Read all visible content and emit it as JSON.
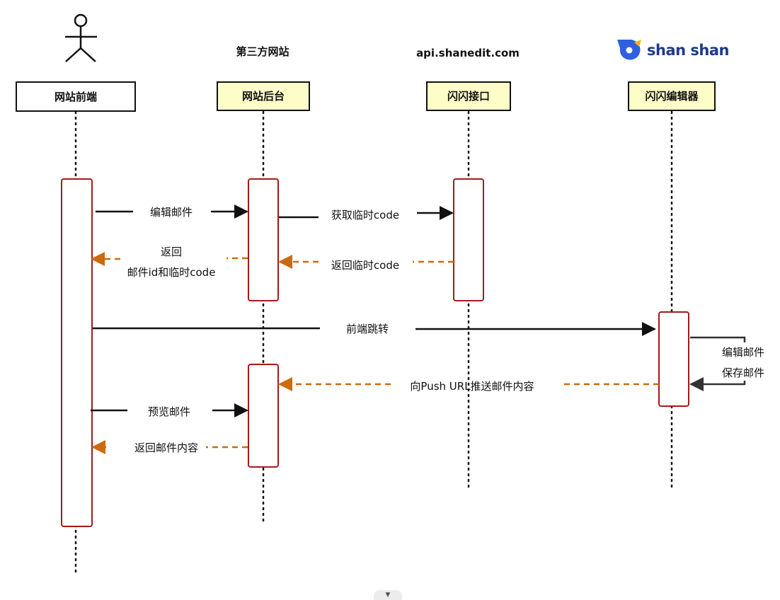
{
  "actor_icon": "stick-figure-user-icon",
  "group_labels": {
    "third_party": "第三方网站",
    "api": "api.shanedit.com"
  },
  "logo": {
    "text": "shan shan",
    "icon": "shanshan-logo-icon",
    "color": "#1f3a8a"
  },
  "participants": [
    {
      "id": "frontend",
      "label": "网站前端"
    },
    {
      "id": "backend",
      "label": "网站后台"
    },
    {
      "id": "api",
      "label": "闪闪接口"
    },
    {
      "id": "editor",
      "label": "闪闪编辑器"
    }
  ],
  "messages": [
    {
      "from": "frontend",
      "to": "backend",
      "kind": "request",
      "lines": [
        "编辑邮件"
      ]
    },
    {
      "from": "backend",
      "to": "api",
      "kind": "request",
      "lines": [
        "获取临时code"
      ]
    },
    {
      "from": "api",
      "to": "backend",
      "kind": "return",
      "lines": [
        "返回临时code"
      ]
    },
    {
      "from": "backend",
      "to": "frontend",
      "kind": "return",
      "lines": [
        "返回",
        "邮件id和临时code"
      ]
    },
    {
      "from": "frontend",
      "to": "editor",
      "kind": "request",
      "lines": [
        "前端跳转"
      ]
    },
    {
      "from": "editor",
      "to": "editor",
      "kind": "self",
      "lines": [
        "编辑邮件",
        "保存邮件"
      ]
    },
    {
      "from": "editor",
      "to": "backend",
      "kind": "return",
      "lines": [
        "向Push URL推送邮件内容"
      ]
    },
    {
      "from": "frontend",
      "to": "backend",
      "kind": "request",
      "lines": [
        "预览邮件"
      ]
    },
    {
      "from": "backend",
      "to": "frontend",
      "kind": "return",
      "lines": [
        "返回邮件内容"
      ]
    }
  ],
  "colors": {
    "activation_border": "#a01c1c",
    "participant_fill": "#fdfdc8",
    "return_arrow": "#cc6a10",
    "request_arrow": "#111111"
  },
  "scroll_handle_icon": "chevron-down-icon"
}
